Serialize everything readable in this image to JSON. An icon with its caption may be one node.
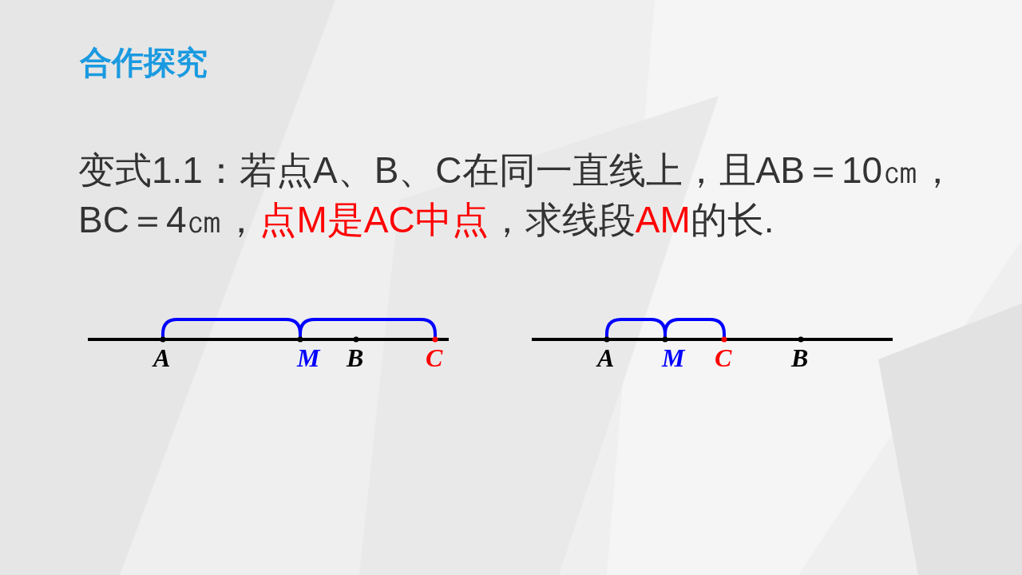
{
  "diagram": {
    "title": "合作探究",
    "labels": [
      "变式1.1：若点A、B、C在同一直线上，且AB＝10㎝，BC＝4㎝，**点M是AC中点**，求线段**AM**的长.",
      "A",
      "M",
      "B",
      "C",
      "A",
      "M",
      "C",
      "B"
    ]
  }
}
